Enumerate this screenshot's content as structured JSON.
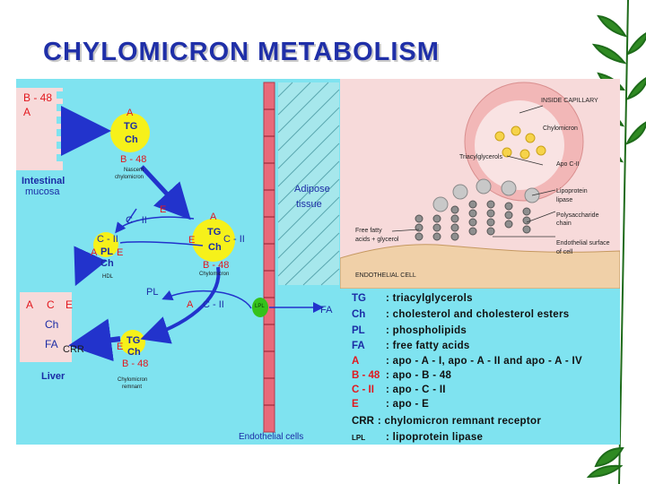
{
  "slide": {
    "title": "CHYLOMICRON  METABOLISM"
  },
  "left_diagram": {
    "intestine_label_line1": "Intestinal",
    "intestine_label_line2": "mucosa",
    "intestine_apo_1": "B - 48",
    "intestine_apo_2": "A",
    "nascent_A": "A",
    "nascent_TG": "TG",
    "nascent_Ch": "Ch",
    "nascent_B48": "B - 48",
    "nascent_caption_line1": "Nascent",
    "nascent_caption_line2": "chylomicron",
    "adipose_line1": "Adipose",
    "adipose_line2": "tissue",
    "hdl_E": "E",
    "hdl_CII": "C - II",
    "hdl_CII_b": "C - II",
    "hdl_A": "A",
    "hdl_PL": "PL",
    "hdl_Ch": "Ch",
    "hdl_E2": "E",
    "hdl_caption": "HDL",
    "chylo_A": "A",
    "chylo_E": "E",
    "chylo_TG": "TG",
    "chylo_Ch": "Ch",
    "chylo_CII": "C - II",
    "chylo_B48": "B - 48",
    "chylo_caption": "Chylomicron",
    "return_PL": "PL",
    "return_A": "A",
    "return_CII": "C - II",
    "lpl_badge": "LPL",
    "fa_label": "FA",
    "liver_A": "A",
    "liver_C": "C",
    "liver_E": "E",
    "liver_Ch": "Ch",
    "liver_FA": "FA",
    "liver_CRR": "CRR",
    "liver_label": "Liver",
    "remnant_E": "E",
    "remnant_TG": "TG",
    "remnant_Ch": "Ch",
    "remnant_B48": "B - 48",
    "remnant_caption_line1": "Chylomicron",
    "remnant_caption_line2": "remnant",
    "endothelial_label": "Endothelial cells"
  },
  "capillary_diagram": {
    "inside_capillary": "INSIDE CAPILLARY",
    "chylomicron": "Chylomicron",
    "triacylglycerols": "Triacylglycerols",
    "apo_cii": "Apo C-II",
    "lipoprotein_lipase_line1": "Lipoprotein",
    "lipoprotein_lipase_line2": "lipase",
    "polysaccharide_line1": "Polysaccharide",
    "polysaccharide_line2": "chain",
    "free_fatty_line1": "Free fatty",
    "free_fatty_line2": "acids + glycerol",
    "endothelial_surface_line1": "Endothelial surface",
    "endothelial_surface_line2": "of cell",
    "endothelial_cell": "ENDOTHELIAL CELL"
  },
  "legend": [
    {
      "abbr": "TG",
      "desc": ": triacylglycerols"
    },
    {
      "abbr": "Ch",
      "desc": ": cholesterol and cholesterol esters"
    },
    {
      "abbr": "PL",
      "desc": ": phospholipids"
    },
    {
      "abbr": "FA",
      "desc": ": free fatty acids"
    },
    {
      "abbr": "A",
      "desc": ": apo - A - I, apo - A - II and apo - A - IV"
    },
    {
      "abbr": "B - 48",
      "desc": ": apo - B - 48"
    },
    {
      "abbr": "C - II",
      "desc": ": apo - C - II"
    },
    {
      "abbr": "E",
      "desc": ": apo - E"
    },
    {
      "abbr": "CRR",
      "desc": ": chylomicron remnant receptor"
    },
    {
      "abbr": "LPL",
      "desc": ": lipoprotein lipase"
    }
  ],
  "colors": {
    "title": "#1f2fa8",
    "panel_cyan": "#7fe3f0",
    "panel_pink": "#f7dada",
    "yellow_particle": "#f6f11a",
    "arrow_blue": "#2233cc",
    "label_red": "#e2181e",
    "endothelial_pink": "#e86a7a",
    "lpl_green": "#35c21b"
  }
}
